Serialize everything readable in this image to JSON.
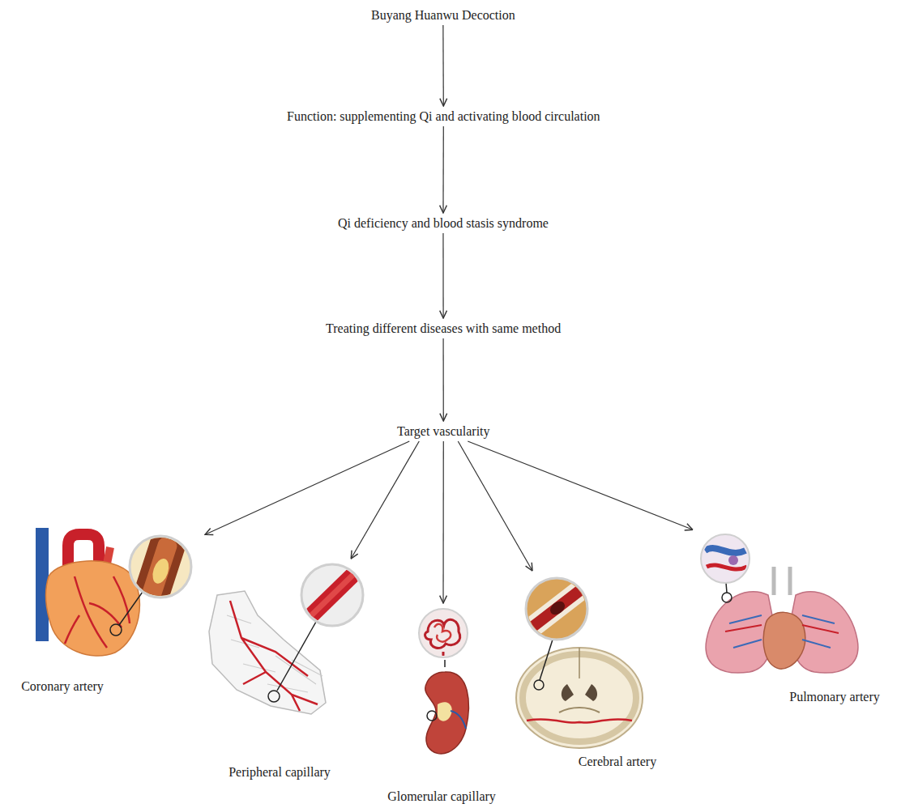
{
  "diagram": {
    "nodes": [
      {
        "text": [
          "Buyang Huanwu Decoction"
        ]
      },
      {
        "text": [
          "Function: supplementing Qi and activating blood circulation"
        ]
      },
      {
        "text": [
          "Qi deficiency and blood stasis syndrome"
        ]
      },
      {
        "text": [
          "Treating different diseases with same method"
        ]
      },
      {
        "text": [
          "Target vascularity"
        ]
      },
      {
        "text": [
          "Coronary artery"
        ]
      },
      {
        "text": [
          "Peripheral capillary"
        ]
      },
      {
        "text": [
          "Glomerular capillary"
        ]
      },
      {
        "text": [
          "Cerebral artery"
        ]
      },
      {
        "text": [
          "Pulmonary artery"
        ]
      }
    ],
    "edges": [
      {
        "from": 0,
        "to": 1,
        "arrow": "to"
      },
      {
        "from": 1,
        "to": 2,
        "arrow": "to"
      },
      {
        "from": 2,
        "to": 3,
        "arrow": "to"
      },
      {
        "from": 3,
        "to": 4,
        "arrow": "to"
      },
      {
        "from": 4,
        "to": 5,
        "arrow": "to"
      },
      {
        "from": 4,
        "to": 6,
        "arrow": "to"
      },
      {
        "from": 4,
        "to": 7,
        "arrow": "to"
      },
      {
        "from": 4,
        "to": 8,
        "arrow": "to"
      },
      {
        "from": 4,
        "to": 9,
        "arrow": "to"
      }
    ]
  }
}
